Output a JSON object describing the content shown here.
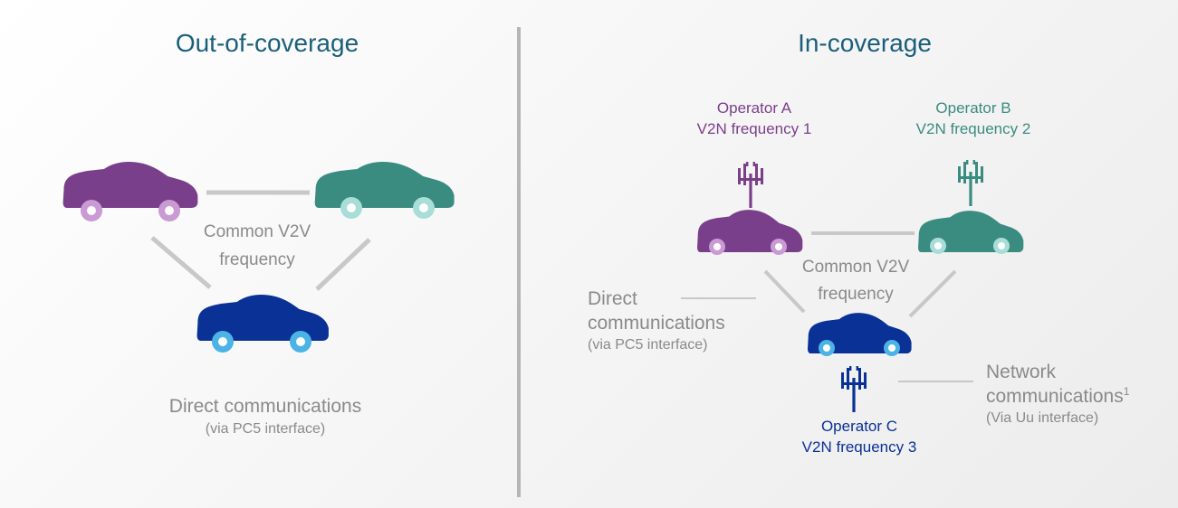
{
  "left_panel": {
    "title": "Out-of-coverage",
    "v2v_label_line1": "Common V2V",
    "v2v_label_line2": "frequency",
    "direct_title": "Direct communications",
    "direct_sub": "(via PC5 interface)"
  },
  "right_panel": {
    "title": "In-coverage",
    "operator_a_line1": "Operator A",
    "operator_a_line2": "V2N frequency 1",
    "operator_b_line1": "Operator B",
    "operator_b_line2": "V2N frequency 2",
    "operator_c_line1": "Operator C",
    "operator_c_line2": "V2N frequency 3",
    "v2v_label_line1": "Common V2V",
    "v2v_label_line2": "frequency",
    "direct_line1": "Direct",
    "direct_line2": "communications",
    "direct_sub": "(via PC5 interface)",
    "network_line1": "Network",
    "network_line2": "communications",
    "network_sup": "1",
    "network_sub": "(Via Uu interface)"
  },
  "colors": {
    "purple": "#7a3f8a",
    "purple_wheel": "#c99ad3",
    "teal": "#3a8c80",
    "teal_wheel": "#a9ddd7",
    "blue": "#0a3196",
    "blue_wheel": "#4cb3e6",
    "title": "#1a5f7a",
    "gray_text": "#8a8a8a",
    "link_gray": "#c8c8c8",
    "divider": "#b5b5b5"
  },
  "icons": {
    "car": "car-icon",
    "antenna": "cell-antenna-icon"
  }
}
